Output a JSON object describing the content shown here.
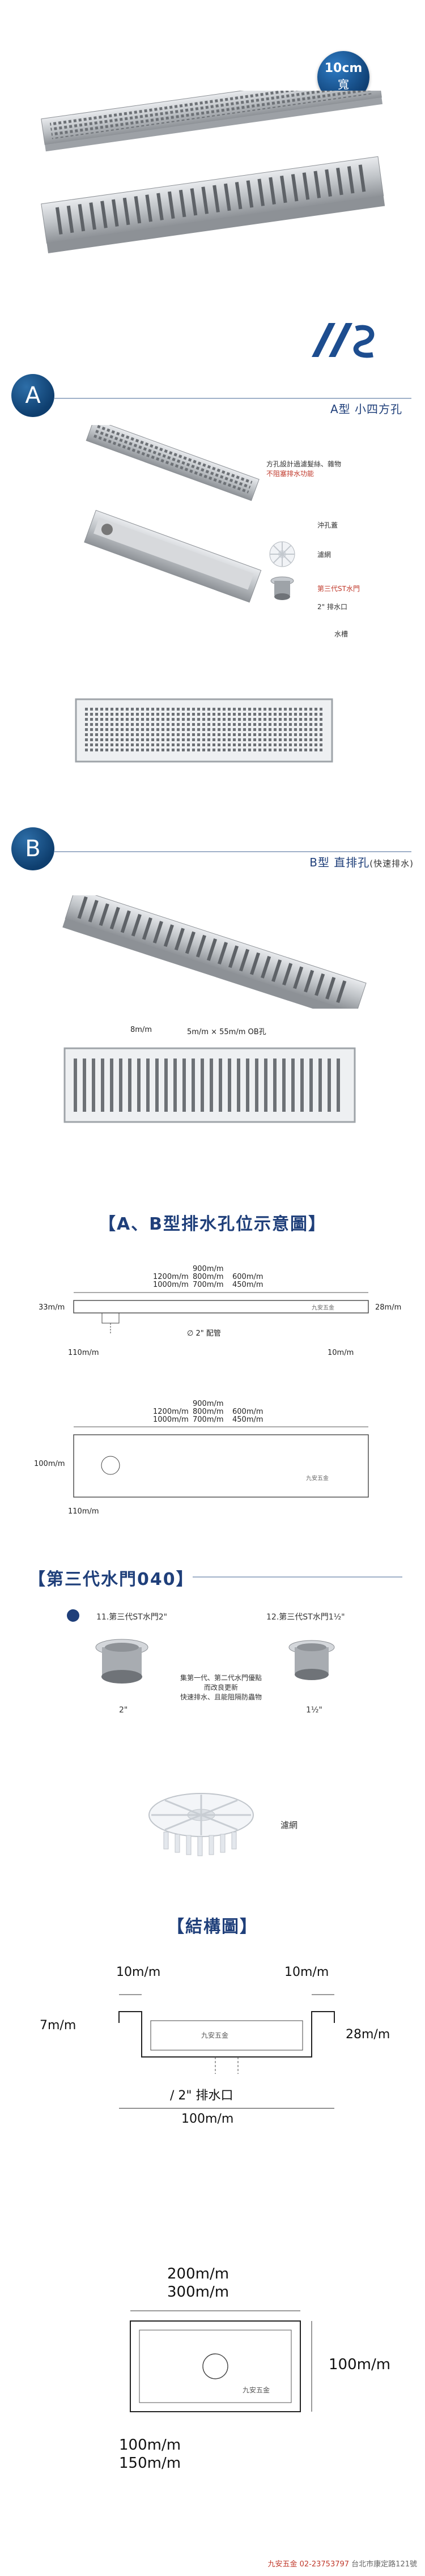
{
  "hero": {
    "size_badge_line1": "10cm",
    "size_badge_line2": "寬"
  },
  "section_a": {
    "letter": "A",
    "title": "A型 小四方孔",
    "annotation_1": "方孔設計過濾髮絲、雜物",
    "annotation_2": "不阻塞排水功能",
    "label_punch_cover": "沖孔蓋",
    "label_filter": "濾網",
    "label_valve": "第三代ST水門",
    "label_outlet": "2\" 排水口",
    "label_body": "水槽"
  },
  "section_b": {
    "letter": "B",
    "title": "B型 直排孔",
    "title_note": "(快速排水)",
    "label_slot_width": "8m/m",
    "label_slot_size": "5m/m × 55m/m OB孔"
  },
  "diagram_position": {
    "heading": "【A、B型排水孔位示意圖】",
    "lengths_left": [
      "1200m/m",
      "1000m/m"
    ],
    "lengths_mid": [
      "900m/m",
      "800m/m",
      "700m/m"
    ],
    "lengths_right": [
      "600m/m",
      "450m/m"
    ],
    "side_left": "33m/m",
    "side_right": "28m/m",
    "pipe_label": "∅ 2\" 配管",
    "offset_left": "110m/m",
    "offset_right": "10m/m",
    "width_label": "100m/m",
    "offset_bottom": "110m/m",
    "brand_stamp": "九安五金"
  },
  "section_valve": {
    "heading": "【第三代水門040】",
    "item_11": "11.第三代ST水門2\"",
    "item_12": "12.第三代ST水門1½\"",
    "size_11": "2\"",
    "size_12": "1½\"",
    "description": [
      "集第一代、第二代水門優點",
      "而改良更新",
      "快速排水、且能阻隔防蟲物"
    ],
    "filter_label": "濾網"
  },
  "section_structure": {
    "heading": "【結構圖】",
    "dim_top_left": "10m/m",
    "dim_top_right": "10m/m",
    "dim_left": "7m/m",
    "dim_right": "28m/m",
    "outlet": "/ 2\" 排水口",
    "width": "100m/m",
    "brand_stamp": "九安五金",
    "plan_top_1": "200m/m",
    "plan_top_2": "300m/m",
    "plan_right": "100m/m",
    "plan_bottom_1": "100m/m",
    "plan_bottom_2": "150m/m"
  },
  "footer": {
    "brand": "九安五金",
    "phone": "02-23753797",
    "address": "台北市康定路121號"
  },
  "colors": {
    "navy": "#1f3f7a",
    "accent_red": "#c0392b",
    "steel": "#b9bcc0"
  }
}
